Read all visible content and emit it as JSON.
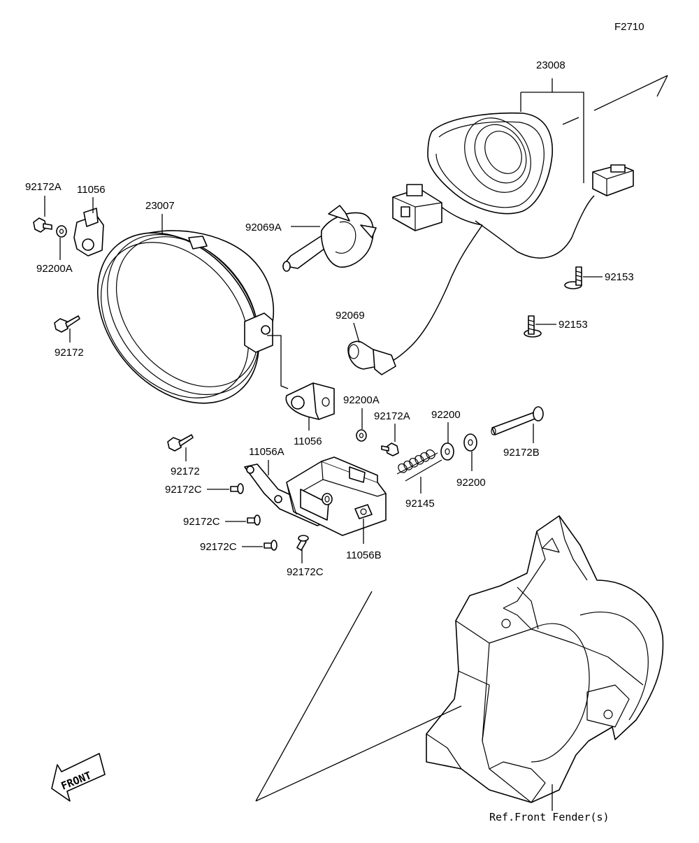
{
  "figure_code": "F2710",
  "callouts": {
    "c23008": "23008",
    "c92172A_top": "92172A",
    "c11056_top": "11056",
    "c23007": "23007",
    "c92069A": "92069A",
    "c92200A_left": "92200A",
    "c92153_a": "92153",
    "c92153_b": "92153",
    "c92069": "92069",
    "c92172_left": "92172",
    "c92200A_mid": "92200A",
    "c92172A_mid": "92172A",
    "c92200_a": "92200",
    "c11056_mid": "11056",
    "c92172B": "92172B",
    "c92172_low": "92172",
    "c11056A": "11056A",
    "c92172C_a": "92172C",
    "c92145": "92145",
    "c92200_b": "92200",
    "c92172C_b": "92172C",
    "c92172C_c": "92172C",
    "c11056B": "11056B",
    "c92172C_d": "92172C"
  },
  "reference_note": "Ref.Front Fender(s)",
  "front_arrow_label": "FRONT"
}
